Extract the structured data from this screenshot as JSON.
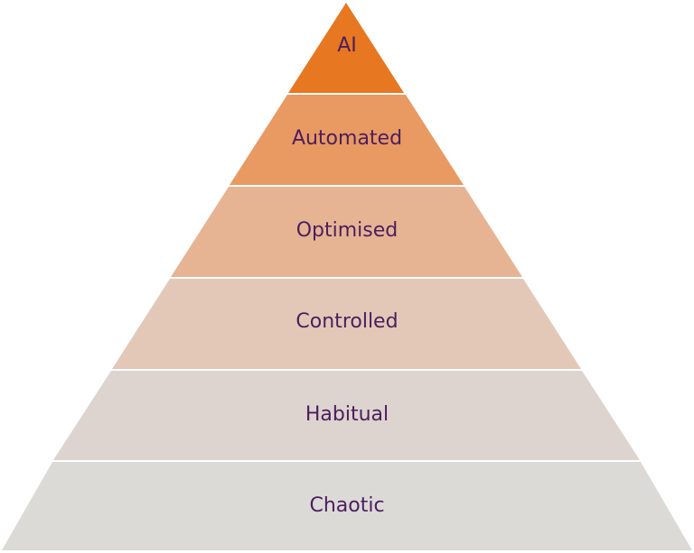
{
  "pyramid": {
    "text_color": "#4b1e5e",
    "levels": [
      {
        "label": "AI",
        "color": "#e87722"
      },
      {
        "label": "Automated",
        "color": "#e89a62"
      },
      {
        "label": "Optimised",
        "color": "#e6b493"
      },
      {
        "label": "Controlled",
        "color": "#e3c8b8"
      },
      {
        "label": "Habitual",
        "color": "#ddd3cf"
      },
      {
        "label": "Chaotic",
        "color": "#dcdad7"
      }
    ]
  }
}
